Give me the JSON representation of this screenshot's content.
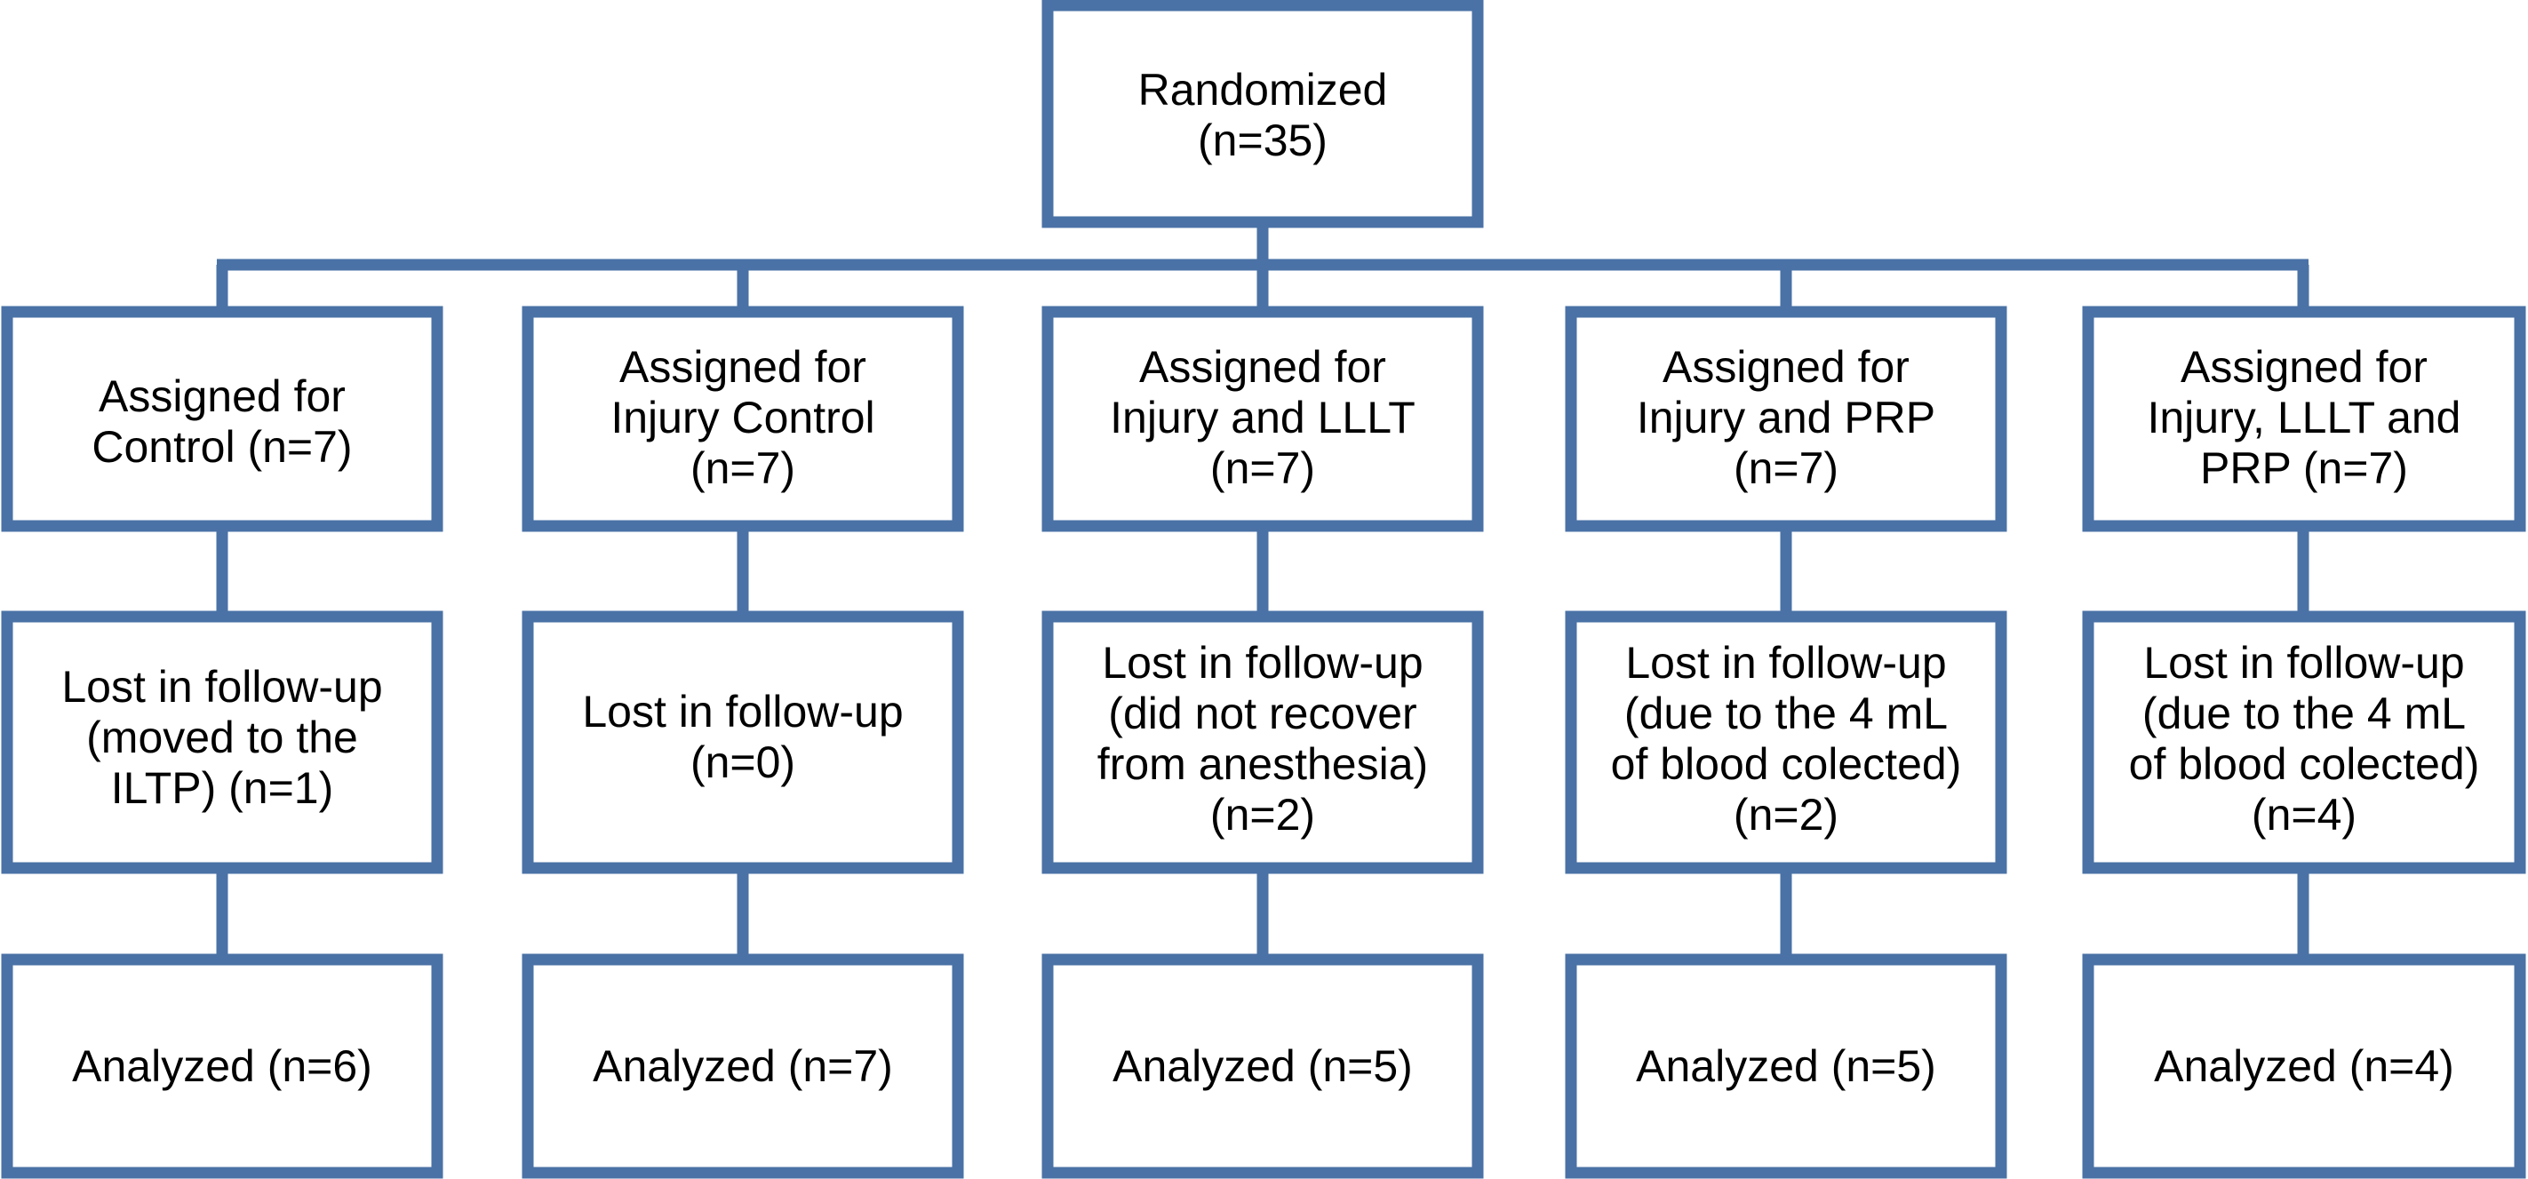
{
  "colors": {
    "box_border": "#4a72a6",
    "text": "#000000",
    "background": "#ffffff"
  },
  "root": {
    "text": "Randomized\n(n=35)"
  },
  "groups": [
    {
      "assigned": "Assigned for\nControl (n=7)",
      "lost": "Lost in follow-up\n(moved to the\nILTP) (n=1)",
      "analyzed": "Analyzed (n=6)"
    },
    {
      "assigned": "Assigned for\nInjury Control\n(n=7)",
      "lost": "Lost in follow-up\n(n=0)",
      "analyzed": "Analyzed (n=7)"
    },
    {
      "assigned": "Assigned for\nInjury and LLLT\n(n=7)",
      "lost": "Lost in follow-up\n(did not recover\nfrom anesthesia)\n(n=2)",
      "analyzed": "Analyzed (n=5)"
    },
    {
      "assigned": "Assigned for\nInjury and PRP\n(n=7)",
      "lost": "Lost in follow-up\n(due to the 4 mL\nof blood colected)\n(n=2)",
      "analyzed": "Analyzed (n=5)"
    },
    {
      "assigned": "Assigned for\nInjury, LLLT and\nPRP (n=7)",
      "lost": "Lost in follow-up\n(due to the 4 mL\nof blood colected)\n(n=4)",
      "analyzed": "Analyzed (n=4)"
    }
  ]
}
